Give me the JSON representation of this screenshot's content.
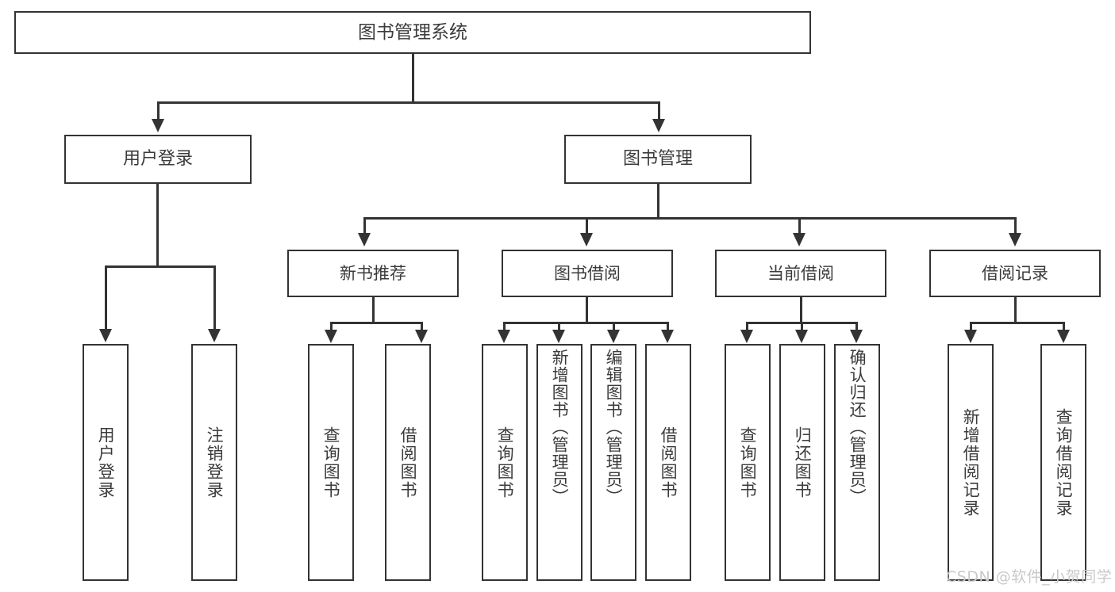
{
  "diagram": {
    "type": "tree",
    "title": "图书管理系统",
    "watermark": "CSDN @软件_小贺同学",
    "colors": {
      "stroke": "#333333",
      "text": "#3b3b3b",
      "background": "#ffffff",
      "watermark": "#c9c9c9"
    },
    "root": {
      "label": "图书管理系统"
    },
    "level2": [
      {
        "label": "用户登录"
      },
      {
        "label": "图书管理"
      }
    ],
    "level3": [
      {
        "label": "新书推荐"
      },
      {
        "label": "图书借阅"
      },
      {
        "label": "当前借阅"
      },
      {
        "label": "借阅记录"
      }
    ],
    "leaves": {
      "user_login": [
        {
          "label": "用户登录"
        },
        {
          "label": "注销登录"
        }
      ],
      "new_book_recommend": [
        {
          "label": "查询图书"
        },
        {
          "label": "借阅图书"
        }
      ],
      "book_borrow": [
        {
          "label": "查询图书"
        },
        {
          "label": "新增图书（管理员）"
        },
        {
          "label": "编辑图书（管理员）"
        },
        {
          "label": "借阅图书"
        }
      ],
      "current_borrow": [
        {
          "label": "查询图书"
        },
        {
          "label": "归还图书"
        },
        {
          "label": "确认归还（管理员）"
        }
      ],
      "borrow_record": [
        {
          "label": "新增借阅记录"
        },
        {
          "label": "查询借阅记录"
        }
      ]
    }
  }
}
